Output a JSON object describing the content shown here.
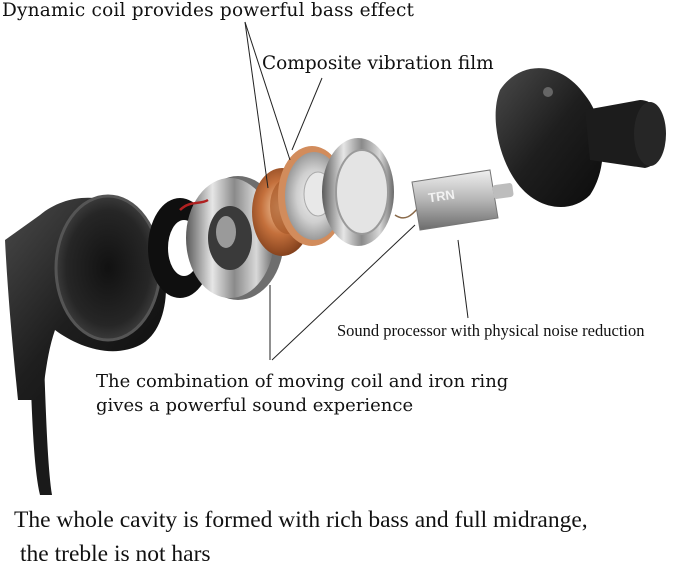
{
  "annotations": {
    "dynamic_coil": "Dynamic coil provides powerful bass effect",
    "vibration_film": "Composite vibration film",
    "sound_processor": "Sound processor with physical noise reduction",
    "combination_line1": "The combination of moving coil and iron ring",
    "combination_line2": "gives a powerful sound experience"
  },
  "caption": {
    "line1": "The whole cavity is formed with rich bass and full midrange,",
    "line2": "the treble is not hars"
  },
  "brand_mark": "TRN"
}
